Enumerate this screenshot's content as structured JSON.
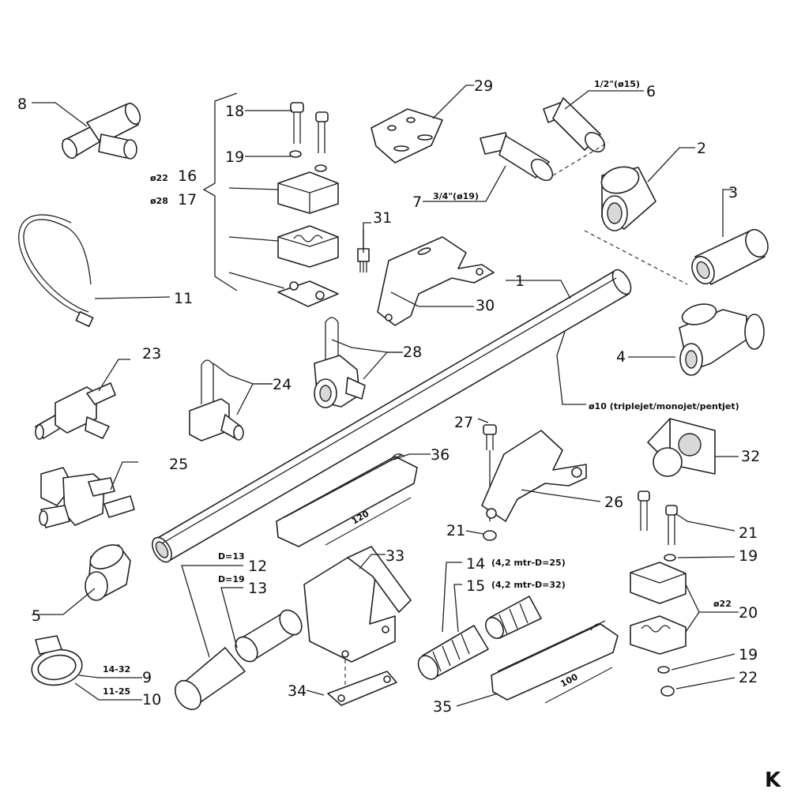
{
  "labels": {
    "p1": "1",
    "p2": "2",
    "p3": "3",
    "p4": "4",
    "p5": "5",
    "p6": "6",
    "p7": "7",
    "p8": "8",
    "p9": "9",
    "p10": "10",
    "p11": "11",
    "p12": "12",
    "p13": "13",
    "p14": "14",
    "p15": "15",
    "p16": "16",
    "p17": "17",
    "p18": "18",
    "p19a": "19",
    "p19b": "19",
    "p19c": "19",
    "p20": "20",
    "p21a": "21",
    "p21b": "21",
    "p22": "22",
    "p23": "23",
    "p24": "24",
    "p25": "25",
    "p26": "26",
    "p27": "27",
    "p28": "28",
    "p29": "29",
    "p30": "30",
    "p31": "31",
    "p32": "32",
    "p33": "33",
    "p34": "34",
    "p35": "35",
    "p36": "36"
  },
  "annotations": {
    "size6": "1/2\"(ø15)",
    "size7": "3/4\"(ø19)",
    "d16": "ø22",
    "d17": "ø28",
    "d20": "ø22",
    "nozzle": "ø10 (triplejet/monojet/pentjet)",
    "d12": "D=13",
    "d13": "D=19",
    "r9": "14-32",
    "r10": "11-25",
    "len14": "(4,2 mtr-D=25)",
    "len15": "(4,2 mtr-D=32)",
    "dim36": "120",
    "dim35": "100"
  },
  "logo": "K"
}
